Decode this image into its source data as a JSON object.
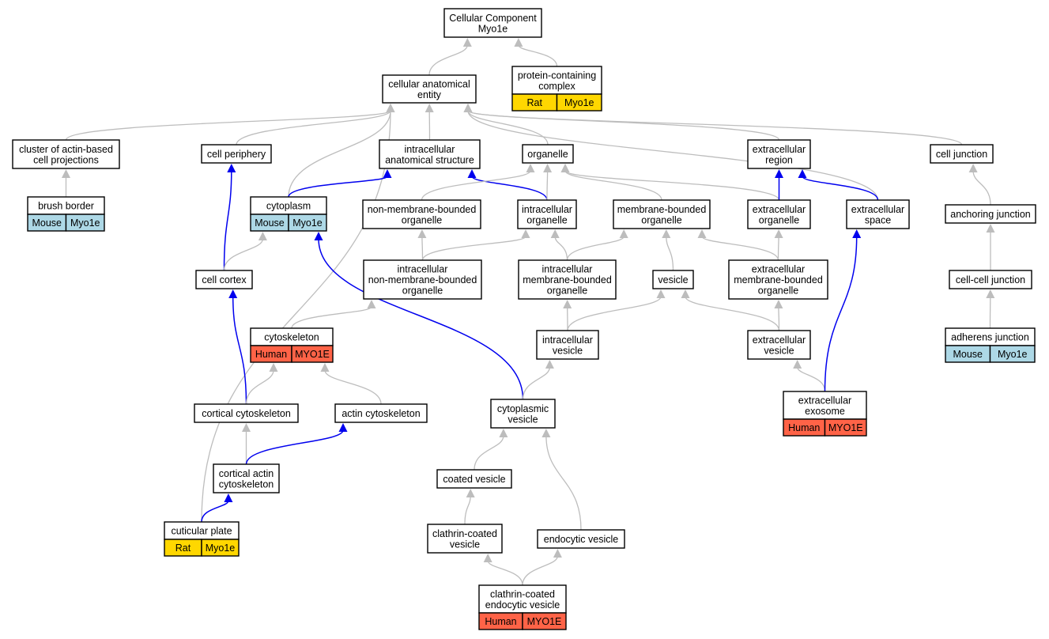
{
  "colors": {
    "mouse": "#add8e6",
    "rat": "#ffd700",
    "human": "#ff6347",
    "edge_gray": "#bdbdbd",
    "edge_blue": "#0000ee"
  },
  "nodes": [
    {
      "id": "root",
      "lines": [
        "Cellular Component",
        "Myo1e"
      ]
    },
    {
      "id": "cae",
      "lines": [
        "cellular anatomical",
        "entity"
      ]
    },
    {
      "id": "pcc",
      "lines": [
        "protein-containing",
        "complex"
      ],
      "tags": [
        {
          "label": "Rat",
          "color": "#ffd700"
        },
        {
          "label": "Myo1e",
          "color": "#ffd700"
        }
      ]
    },
    {
      "id": "capro",
      "lines": [
        "cluster of actin-based",
        "cell projections"
      ]
    },
    {
      "id": "cellper",
      "lines": [
        "cell periphery"
      ]
    },
    {
      "id": "ias",
      "lines": [
        "intracellular",
        "anatomical structure"
      ]
    },
    {
      "id": "organelle",
      "lines": [
        "organelle"
      ]
    },
    {
      "id": "exreg",
      "lines": [
        "extracellular",
        "region"
      ]
    },
    {
      "id": "celljx",
      "lines": [
        "cell junction"
      ]
    },
    {
      "id": "brush",
      "lines": [
        "brush border"
      ],
      "tags": [
        {
          "label": "Mouse",
          "color": "#add8e6"
        },
        {
          "label": "Myo1e",
          "color": "#add8e6"
        }
      ]
    },
    {
      "id": "cytoplasm",
      "lines": [
        "cytoplasm"
      ],
      "tags": [
        {
          "label": "Mouse",
          "color": "#add8e6"
        },
        {
          "label": "Myo1e",
          "color": "#add8e6"
        }
      ]
    },
    {
      "id": "nmbo",
      "lines": [
        "non-membrane-bounded",
        "organelle"
      ]
    },
    {
      "id": "io",
      "lines": [
        "intracellular",
        "organelle"
      ]
    },
    {
      "id": "mbo",
      "lines": [
        "membrane-bounded",
        "organelle"
      ]
    },
    {
      "id": "exo",
      "lines": [
        "extracellular",
        "organelle"
      ]
    },
    {
      "id": "exspace",
      "lines": [
        "extracellular",
        "space"
      ]
    },
    {
      "id": "anchor",
      "lines": [
        "anchoring junction"
      ]
    },
    {
      "id": "cortex",
      "lines": [
        "cell cortex"
      ]
    },
    {
      "id": "inmbo",
      "lines": [
        "intracellular",
        "non-membrane-bounded",
        "organelle"
      ]
    },
    {
      "id": "imbo",
      "lines": [
        "intracellular",
        "membrane-bounded",
        "organelle"
      ]
    },
    {
      "id": "vesicle",
      "lines": [
        "vesicle"
      ]
    },
    {
      "id": "embo",
      "lines": [
        "extracellular",
        "membrane-bounded",
        "organelle"
      ]
    },
    {
      "id": "ccjx",
      "lines": [
        "cell-cell junction"
      ]
    },
    {
      "id": "cytoskel",
      "lines": [
        "cytoskeleton"
      ],
      "tags": [
        {
          "label": "Human",
          "color": "#ff6347"
        },
        {
          "label": "MYO1E",
          "color": "#ff6347"
        }
      ]
    },
    {
      "id": "iv",
      "lines": [
        "intracellular",
        "vesicle"
      ]
    },
    {
      "id": "ev",
      "lines": [
        "extracellular",
        "vesicle"
      ]
    },
    {
      "id": "adherens",
      "lines": [
        "adherens junction"
      ],
      "tags": [
        {
          "label": "Mouse",
          "color": "#add8e6"
        },
        {
          "label": "Myo1e",
          "color": "#add8e6"
        }
      ]
    },
    {
      "id": "exosome",
      "lines": [
        "extracellular",
        "exosome"
      ],
      "tags": [
        {
          "label": "Human",
          "color": "#ff6347"
        },
        {
          "label": "MYO1E",
          "color": "#ff6347"
        }
      ]
    },
    {
      "id": "corcyto",
      "lines": [
        "cortical cytoskeleton"
      ]
    },
    {
      "id": "actcyto",
      "lines": [
        "actin cytoskeleton"
      ]
    },
    {
      "id": "cytves",
      "lines": [
        "cytoplasmic",
        "vesicle"
      ]
    },
    {
      "id": "cac",
      "lines": [
        "cortical actin",
        "cytoskeleton"
      ]
    },
    {
      "id": "coated",
      "lines": [
        "coated vesicle"
      ]
    },
    {
      "id": "cuticular",
      "lines": [
        "cuticular plate"
      ],
      "tags": [
        {
          "label": "Rat",
          "color": "#ffd700"
        },
        {
          "label": "Myo1e",
          "color": "#ffd700"
        }
      ]
    },
    {
      "id": "clathrin",
      "lines": [
        "clathrin-coated",
        "vesicle"
      ]
    },
    {
      "id": "endocytic",
      "lines": [
        "endocytic vesicle"
      ]
    },
    {
      "id": "cev",
      "lines": [
        "clathrin-coated",
        "endocytic vesicle"
      ],
      "tags": [
        {
          "label": "Human",
          "color": "#ff6347"
        },
        {
          "label": "MYO1E",
          "color": "#ff6347"
        }
      ]
    }
  ],
  "edges": [
    {
      "from": "cae",
      "to": "root",
      "color": "gray"
    },
    {
      "from": "pcc",
      "to": "root",
      "color": "gray"
    },
    {
      "from": "capro",
      "to": "cae",
      "color": "gray"
    },
    {
      "from": "cellper",
      "to": "cae",
      "color": "gray"
    },
    {
      "from": "ias",
      "to": "cae",
      "color": "gray"
    },
    {
      "from": "organelle",
      "to": "cae",
      "color": "gray"
    },
    {
      "from": "exreg",
      "to": "cae",
      "color": "gray"
    },
    {
      "from": "celljx",
      "to": "cae",
      "color": "gray"
    },
    {
      "from": "cytoplasm",
      "to": "cae",
      "color": "gray"
    },
    {
      "from": "exspace",
      "to": "cae",
      "color": "gray"
    },
    {
      "from": "cuticular",
      "to": "cae",
      "color": "gray"
    },
    {
      "from": "brush",
      "to": "capro",
      "color": "gray"
    },
    {
      "from": "cytoplasm",
      "to": "ias",
      "color": "blue"
    },
    {
      "from": "io",
      "to": "ias",
      "color": "blue"
    },
    {
      "from": "nmbo",
      "to": "organelle",
      "color": "gray"
    },
    {
      "from": "io",
      "to": "organelle",
      "color": "gray"
    },
    {
      "from": "mbo",
      "to": "organelle",
      "color": "gray"
    },
    {
      "from": "exo",
      "to": "organelle",
      "color": "gray"
    },
    {
      "from": "exo",
      "to": "exreg",
      "color": "blue"
    },
    {
      "from": "exspace",
      "to": "exreg",
      "color": "blue"
    },
    {
      "from": "anchor",
      "to": "celljx",
      "color": "gray"
    },
    {
      "from": "cortex",
      "to": "cellper",
      "color": "blue"
    },
    {
      "from": "cortex",
      "to": "cytoplasm",
      "color": "gray"
    },
    {
      "from": "inmbo",
      "to": "nmbo",
      "color": "gray"
    },
    {
      "from": "inmbo",
      "to": "io",
      "color": "gray"
    },
    {
      "from": "imbo",
      "to": "io",
      "color": "gray"
    },
    {
      "from": "imbo",
      "to": "mbo",
      "color": "gray"
    },
    {
      "from": "vesicle",
      "to": "mbo",
      "color": "gray"
    },
    {
      "from": "embo",
      "to": "mbo",
      "color": "gray"
    },
    {
      "from": "embo",
      "to": "exo",
      "color": "gray"
    },
    {
      "from": "ccjx",
      "to": "anchor",
      "color": "gray"
    },
    {
      "from": "cytoskel",
      "to": "inmbo",
      "color": "gray"
    },
    {
      "from": "iv",
      "to": "imbo",
      "color": "gray"
    },
    {
      "from": "iv",
      "to": "vesicle",
      "color": "gray"
    },
    {
      "from": "ev",
      "to": "vesicle",
      "color": "gray"
    },
    {
      "from": "ev",
      "to": "embo",
      "color": "gray"
    },
    {
      "from": "adherens",
      "to": "ccjx",
      "color": "gray"
    },
    {
      "from": "corcyto",
      "to": "cortex",
      "color": "blue"
    },
    {
      "from": "corcyto",
      "to": "cytoskel",
      "color": "gray"
    },
    {
      "from": "actcyto",
      "to": "cytoskel",
      "color": "gray"
    },
    {
      "from": "cytves",
      "to": "cytoplasm",
      "color": "blue"
    },
    {
      "from": "cytves",
      "to": "iv",
      "color": "gray"
    },
    {
      "from": "exosome",
      "to": "ev",
      "color": "gray"
    },
    {
      "from": "exosome",
      "to": "exspace",
      "color": "blue"
    },
    {
      "from": "cac",
      "to": "corcyto",
      "color": "gray"
    },
    {
      "from": "cac",
      "to": "actcyto",
      "color": "blue"
    },
    {
      "from": "coated",
      "to": "cytves",
      "color": "gray"
    },
    {
      "from": "endocytic",
      "to": "cytves",
      "color": "gray"
    },
    {
      "from": "cuticular",
      "to": "cac",
      "color": "blue"
    },
    {
      "from": "clathrin",
      "to": "coated",
      "color": "gray"
    },
    {
      "from": "cev",
      "to": "clathrin",
      "color": "gray"
    },
    {
      "from": "cev",
      "to": "endocytic",
      "color": "gray"
    }
  ]
}
